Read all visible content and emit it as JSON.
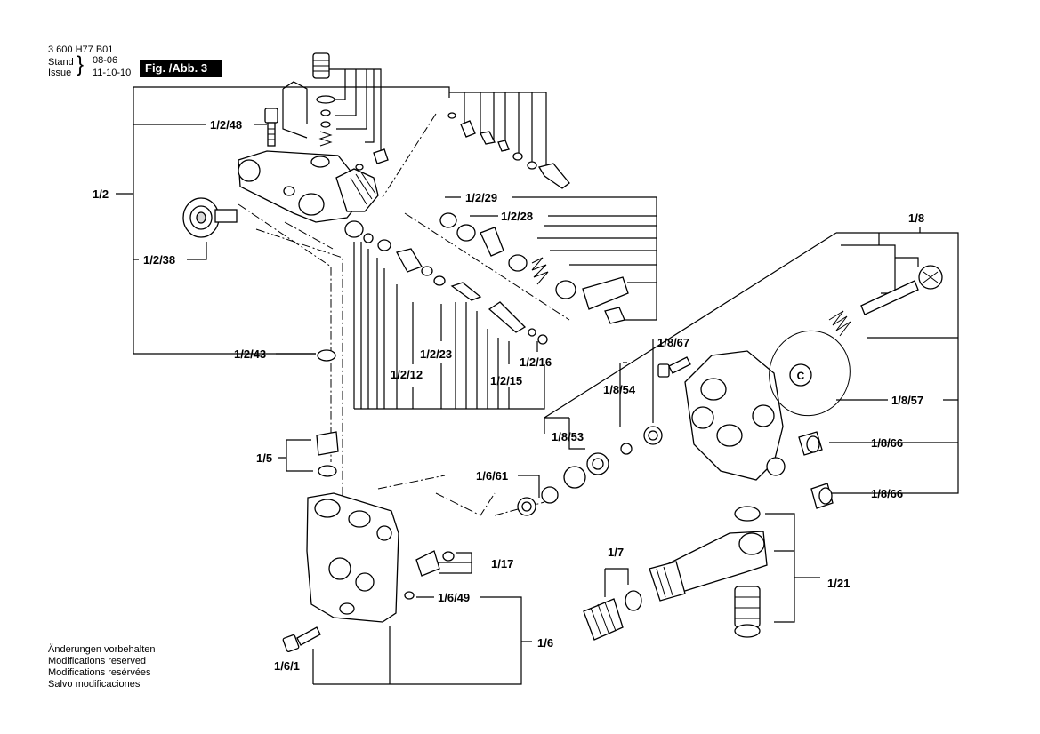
{
  "header": {
    "doc_number": "3 600 H77 B01",
    "stand_label": "Stand",
    "issue_label": "Issue",
    "old_date": "08-06",
    "new_date": "11-10-10",
    "figure_tag": "Fig. /Abb. 3"
  },
  "notes": [
    "Änderungen vorbehalten",
    "Modifications reserved",
    "Modifications resérvées",
    "Salvo modificaciones"
  ],
  "labels": {
    "l_1_2": "1/2",
    "l_1_2_48": "1/2/48",
    "l_1_2_38": "1/2/38",
    "l_1_2_43": "1/2/43",
    "l_1_2_29": "1/2/29",
    "l_1_2_28": "1/2/28",
    "l_1_2_23": "1/2/23",
    "l_1_2_12": "1/2/12",
    "l_1_2_15": "1/2/15",
    "l_1_2_16": "1/2/16",
    "l_1_5": "1/5",
    "l_1_17": "1/17",
    "l_1_6_49": "1/6/49",
    "l_1_6": "1/6",
    "l_1_6_1": "1/6/1",
    "l_1_6_61": "1/6/61",
    "l_1_8": "1/8",
    "l_1_8_67": "1/8/67",
    "l_1_8_54": "1/8/54",
    "l_1_8_53": "1/8/53",
    "l_1_8_57": "1/8/57",
    "l_1_8_66a": "1/8/66",
    "l_1_8_66b": "1/8/66",
    "l_1_7": "1/7",
    "l_1_21": "1/21",
    "c_marker": "C"
  }
}
